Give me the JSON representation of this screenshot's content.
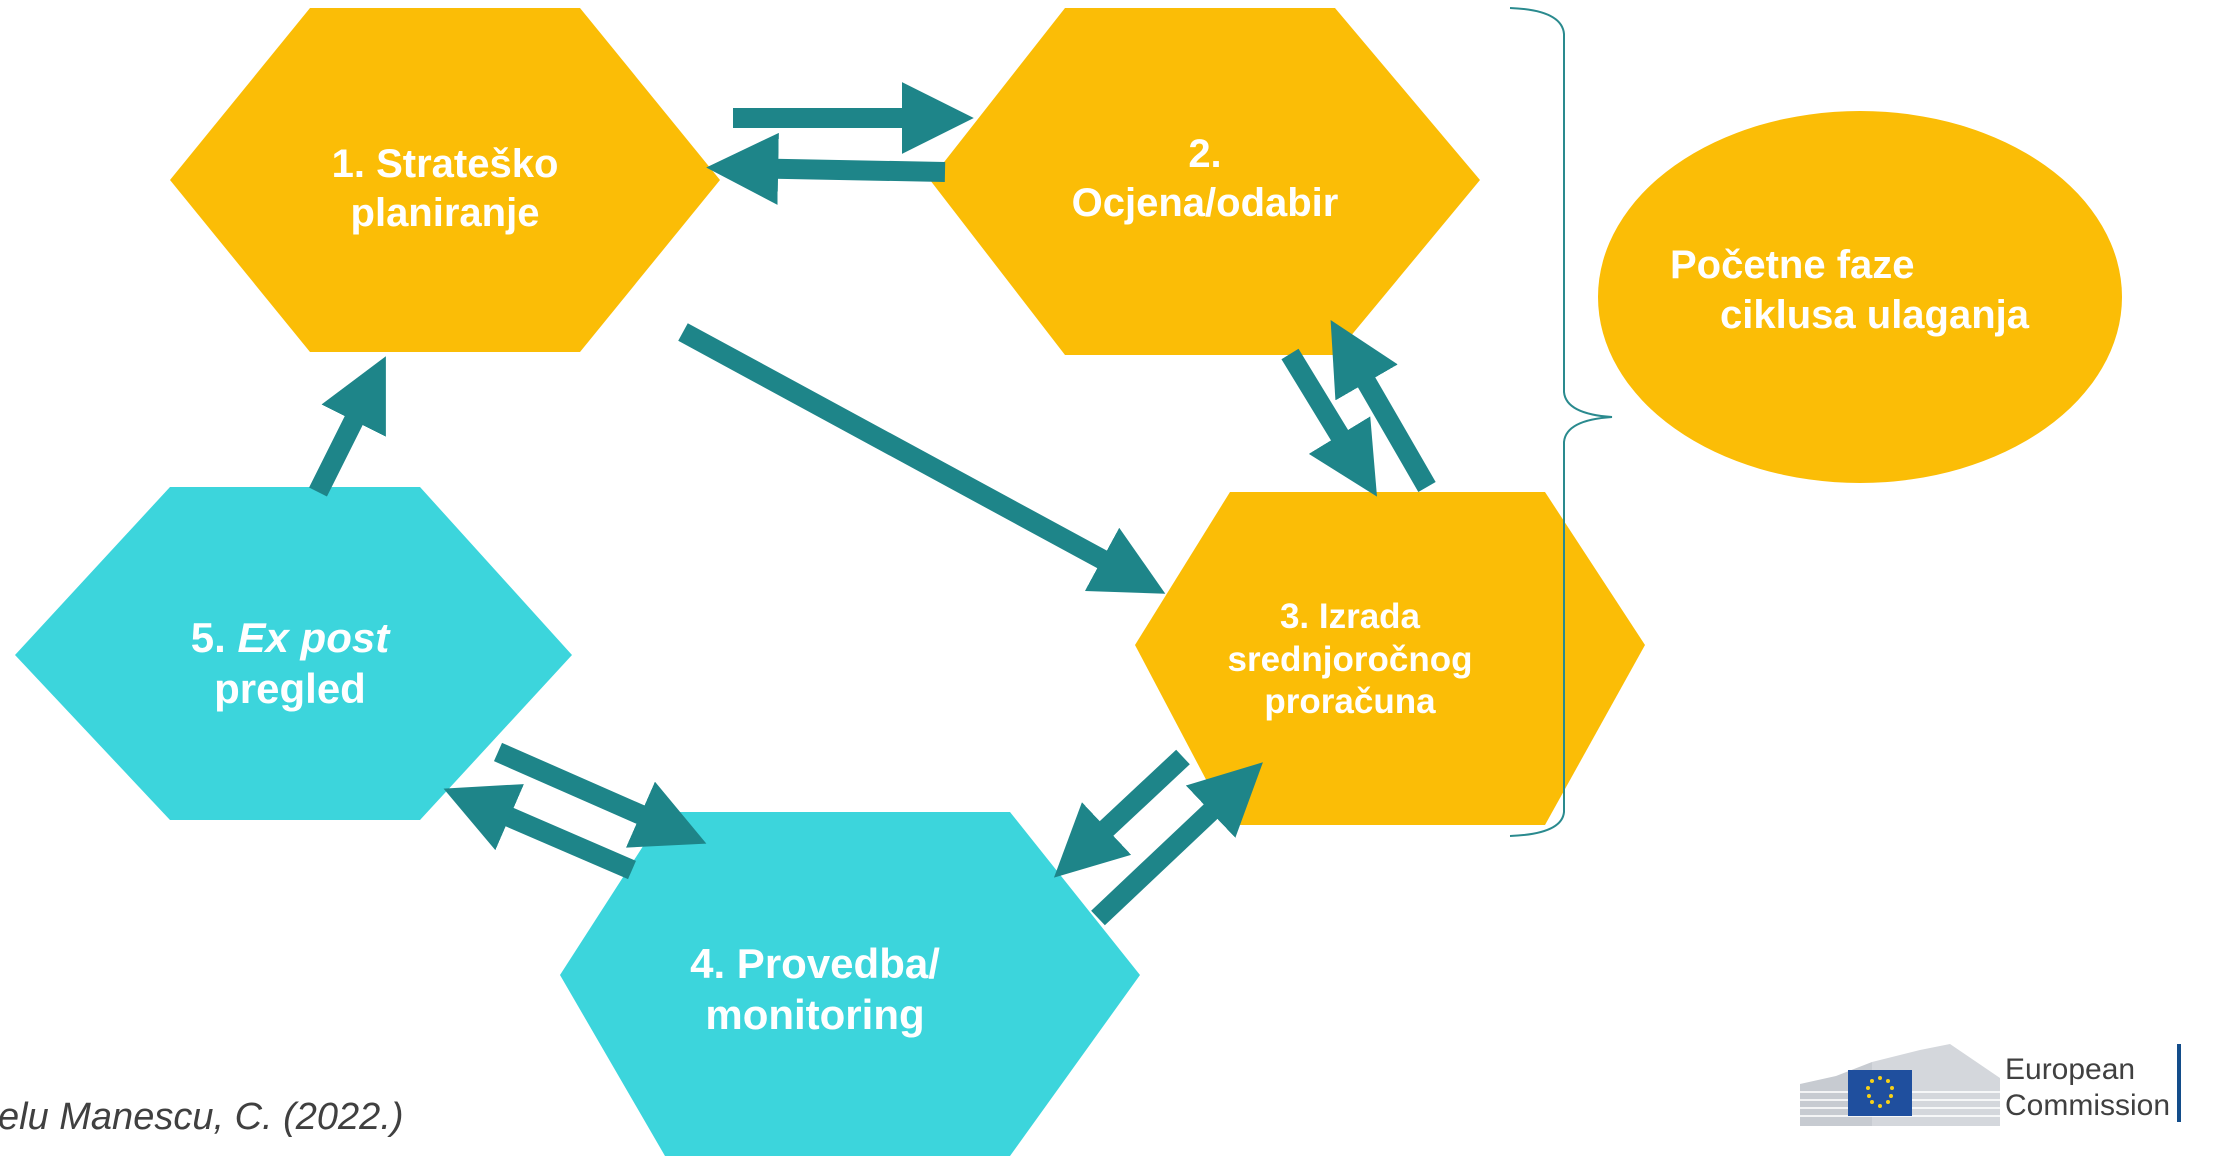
{
  "colors": {
    "orange": "#fbbd06",
    "cyan": "#3cd5dc",
    "arrow": "#1e8589",
    "brace": "#2a8a8e"
  },
  "nodes": [
    {
      "id": "1",
      "lines": [
        "1. Strateško",
        "planiranje"
      ],
      "color": "orange"
    },
    {
      "id": "2",
      "lines": [
        "2.",
        "Ocjena/odabir"
      ],
      "color": "orange"
    },
    {
      "id": "3",
      "lines": [
        "3. Izrada",
        "srednjoročnog",
        "proračuna"
      ],
      "color": "orange"
    },
    {
      "id": "4",
      "lines": [
        "4. Provedba/",
        "monitoring"
      ],
      "color": "cyan"
    },
    {
      "id": "5",
      "number": "5.",
      "italic": "Ex post",
      "tail": "pregled",
      "color": "cyan"
    }
  ],
  "phase": {
    "lines": [
      "Početne faze",
      "ciklusa ulaganja"
    ]
  },
  "source": "elu Manescu, C. (2022.)",
  "logo": {
    "line1": "European",
    "line2": "Commission"
  }
}
